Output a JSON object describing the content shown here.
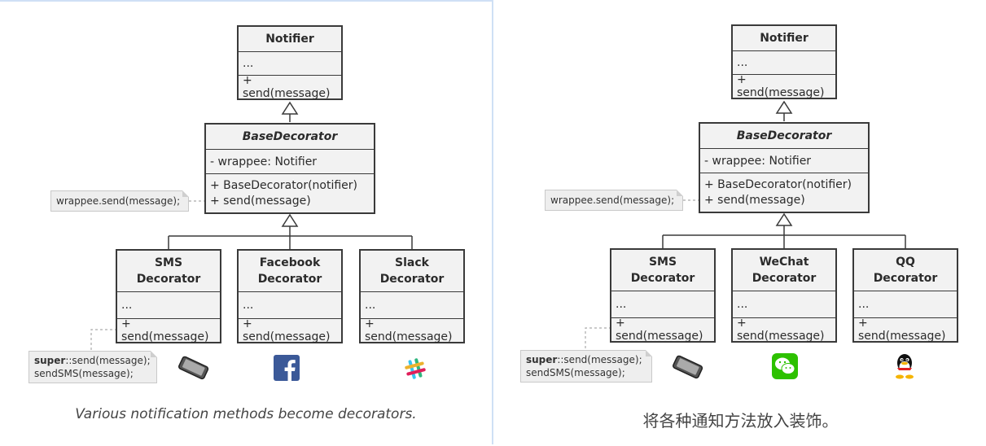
{
  "left": {
    "notifier": {
      "name": "Notifier",
      "fields": "...",
      "method": "+ send(message)"
    },
    "base": {
      "name": "BaseDecorator",
      "field": "- wrappee: Notifier",
      "methods": [
        "+ BaseDecorator(notifier)",
        "+ send(message)"
      ]
    },
    "note_wrappee": "wrappee.send(message);",
    "decorators": [
      {
        "line1": "SMS",
        "line2": "Decorator",
        "fields": "...",
        "method": "+ send(message)"
      },
      {
        "line1": "Facebook",
        "line2": "Decorator",
        "fields": "...",
        "method": "+ send(message)"
      },
      {
        "line1": "Slack",
        "line2": "Decorator",
        "fields": "...",
        "method": "+ send(message)"
      }
    ],
    "note_sms": {
      "super": "super",
      "rest": "::send(message);",
      "line2": "sendSMS(message);"
    },
    "caption": "Various notification methods become decorators."
  },
  "right": {
    "notifier": {
      "name": "Notifier",
      "fields": "...",
      "method": "+ send(message)"
    },
    "base": {
      "name": "BaseDecorator",
      "field": "- wrappee: Notifier",
      "methods": [
        "+ BaseDecorator(notifier)",
        "+ send(message)"
      ]
    },
    "note_wrappee": "wrappee.send(message);",
    "decorators": [
      {
        "line1": "SMS",
        "line2": "Decorator",
        "fields": "...",
        "method": "+ send(message)"
      },
      {
        "line1": "WeChat",
        "line2": "Decorator",
        "fields": "...",
        "method": "+ send(message)"
      },
      {
        "line1": "QQ",
        "line2": "Decorator",
        "fields": "...",
        "method": "+ send(message)"
      }
    ],
    "note_sms": {
      "super": "super",
      "rest": "::send(message);",
      "line2": "sendSMS(message);"
    },
    "caption": "将各种通知方法放入装饰。"
  },
  "icons": {
    "left": [
      "phone-icon",
      "facebook-icon",
      "slack-icon"
    ],
    "right": [
      "phone-icon",
      "wechat-icon",
      "qq-icon"
    ]
  },
  "colors": {
    "facebook": "#3b5998",
    "wechat": "#2dc100",
    "box_fill": "#f2f2f2",
    "stroke": "#3a3a3a",
    "panel_border": "#cfe0f5"
  }
}
